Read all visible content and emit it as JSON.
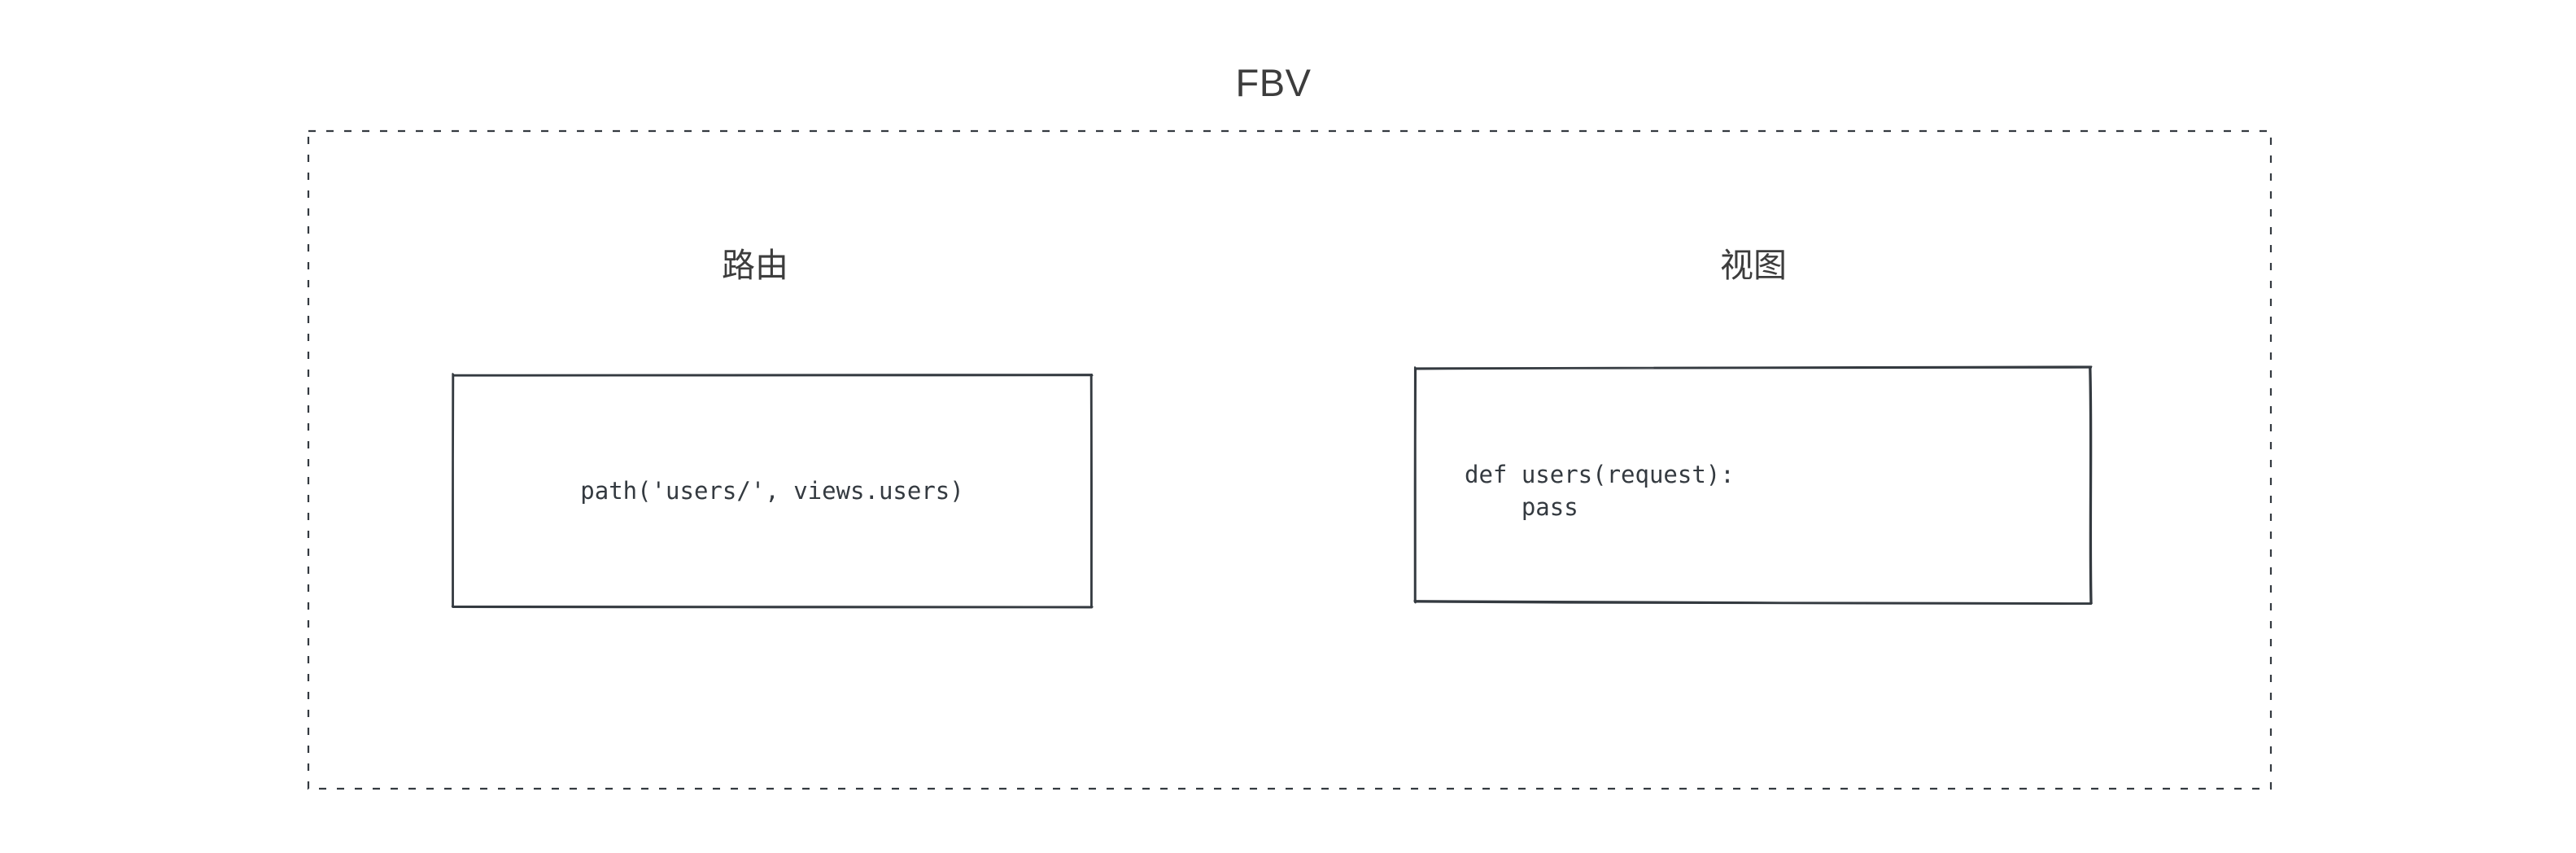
{
  "diagram": {
    "title": "FBV",
    "container": {
      "name": "fbv-container",
      "border_style": "dashed",
      "border_color": "#343a40"
    },
    "columns": [
      {
        "id": "route",
        "label": "路由",
        "box": {
          "name": "route-code-box",
          "code": "path('users/', views.users)",
          "border_color": "#343a40",
          "fill": "#ffffff",
          "align": "center"
        }
      },
      {
        "id": "view",
        "label": "视图",
        "box": {
          "name": "view-code-box",
          "code": "def users(request):\n    pass",
          "border_color": "#343a40",
          "fill": "#ffffff",
          "align": "left"
        }
      }
    ],
    "colors": {
      "title": "#3d3d3d",
      "label": "#3d3d3d",
      "code": "#343a40",
      "background": "#ffffff"
    }
  }
}
